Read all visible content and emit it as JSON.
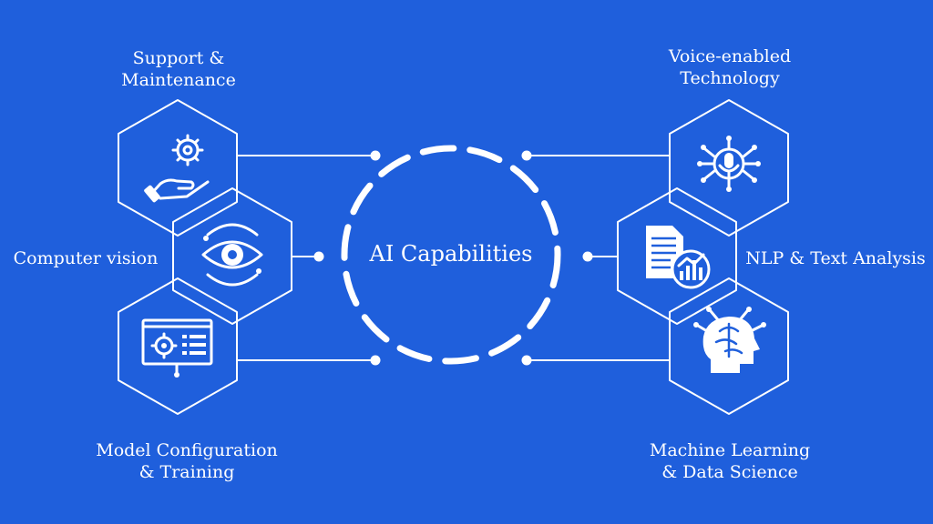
{
  "diagram": {
    "center_title": "AI Capabilities",
    "nodes": [
      {
        "id": "support",
        "lines": [
          "Support &",
          "Maintenance"
        ],
        "icon": "gear-hand-icon"
      },
      {
        "id": "vision",
        "lines": [
          "Computer vision"
        ],
        "icon": "eye-icon"
      },
      {
        "id": "model",
        "lines": [
          "Model Configuration",
          "& Training"
        ],
        "icon": "config-dashboard-icon"
      },
      {
        "id": "voice",
        "lines": [
          "Voice-enabled",
          "Technology"
        ],
        "icon": "voice-circuit-icon"
      },
      {
        "id": "nlp",
        "lines": [
          "NLP & Text Analysis"
        ],
        "icon": "document-chart-icon"
      },
      {
        "id": "ml",
        "lines": [
          "Machine Learning",
          "& Data Science"
        ],
        "icon": "brain-head-icon"
      }
    ],
    "colors": {
      "background": "#1f5fdc",
      "line": "#ffffff"
    }
  }
}
